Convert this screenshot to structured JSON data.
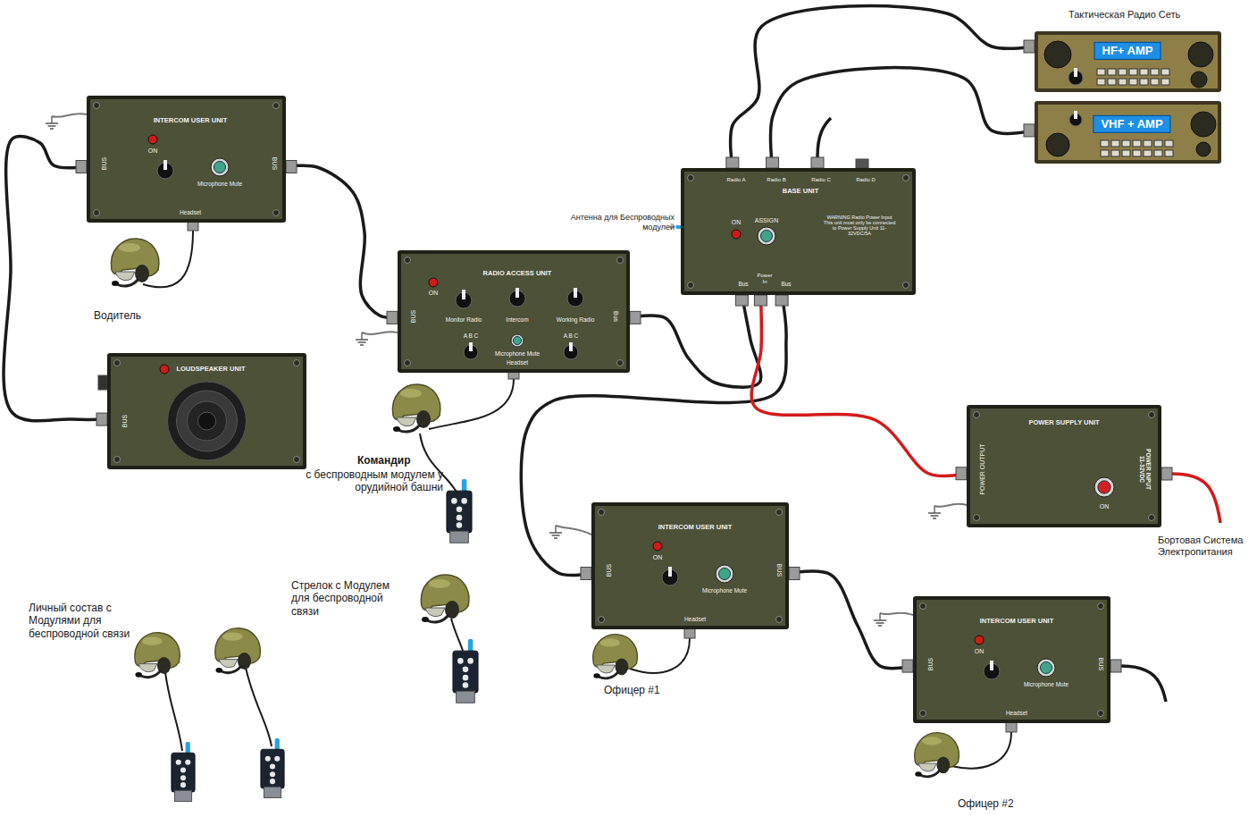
{
  "diagram": {
    "nodes": [
      {
        "text": [
          "INTERCOM USER UNIT",
          "ON",
          "BUS",
          "BUS",
          "Microphone Mute",
          "Headset"
        ]
      },
      {
        "text": [
          "LOUDSPEAKER UNIT",
          "BUS"
        ]
      },
      {
        "text": [
          "RADIO ACCESS UNIT",
          "ON",
          "BUS",
          "Monitor Radio",
          "Intercom",
          "Working Radio",
          "A B C",
          "Microphone Mute",
          "Headset",
          "A B C",
          "Bus"
        ]
      },
      {
        "text": [
          "Radio A",
          "Radio B",
          "Radio C",
          "Radio D",
          "BASE UNIT",
          "ON",
          "ASSIGN",
          "WARNING Radio Power Input This unit must only be connected to Power Supply Unit 11-32VDC/5A",
          "Bus",
          "Power In",
          "Bus"
        ]
      },
      {
        "text": [
          "HF+ AMP"
        ]
      },
      {
        "text": [
          "VHF + AMP"
        ]
      },
      {
        "text": [
          "POWER SUPPLY UNIT",
          "POWER OUTPUT",
          "POWER INPUT 11-32VDC",
          "ON"
        ]
      },
      {
        "text": [
          "INTERCOM USER UNIT",
          "ON",
          "BUS",
          "BUS",
          "Microphone Mute",
          "Headset"
        ]
      },
      {
        "text": [
          "INTERCOM USER UNIT",
          "ON",
          "BUS",
          "BUS",
          "Microphone Mute",
          "Headset"
        ]
      }
    ],
    "edges": [
      {
        "from": 0,
        "to": 1,
        "arrow": "none"
      },
      {
        "from": 0,
        "to": 2,
        "arrow": "none"
      },
      {
        "from": 2,
        "to": 3,
        "arrow": "none"
      },
      {
        "from": 3,
        "to": 7,
        "arrow": "none"
      },
      {
        "from": 7,
        "to": 8,
        "arrow": "none"
      },
      {
        "from": 3,
        "to": 6,
        "arrow": "none"
      },
      {
        "from": 3,
        "to": 4,
        "arrow": "none"
      },
      {
        "from": 3,
        "to": 5,
        "arrow": "none"
      }
    ],
    "labels": [
      "Тактическая Радио Сеть",
      "Антенна для Беспроводных модулей",
      "Водитель",
      "Командир",
      "с беспроводным модулем у орудийной башни",
      "Стрелок с Модулем для беспроводной связи",
      "Личный состав с Модулями для беспроводной связи",
      "Офицер #1",
      "Офицер #2",
      "Бортовая Система Электропитания"
    ]
  }
}
